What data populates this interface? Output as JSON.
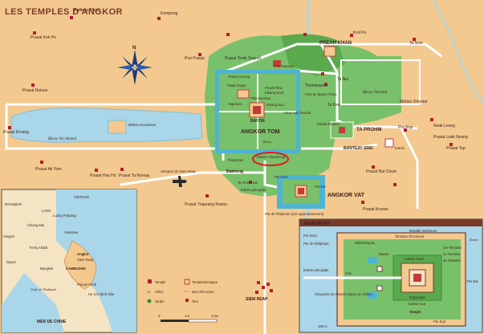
{
  "title": "LES TEMPLES D'ANGKOR",
  "colors": {
    "land": "#f3c98f",
    "water": "#a9d6e8",
    "forest": "#79c06a",
    "forest_dark": "#5aa94d",
    "road": "#ffffff",
    "temple": "#c23b3b",
    "dot": "#b3202a",
    "moat": "#4fb3d1"
  },
  "lakes": {
    "west": "Bâray Occidental",
    "east": "Bâray Oriental"
  },
  "sites": {
    "prasat_kok_po": "Prasat Kok Po",
    "banteay_thom": "Banteay Thom",
    "kompong": "Kompong",
    "prei_prasat": "Prei Prasat",
    "prasat_tonle_snguot": "Prasat Tonle Snguot",
    "krol_romeas": "Krol Romeas",
    "preah_khan": "PREAH KHAN",
    "krol_ko": "Krol Ko",
    "ta_som": "Ta Som",
    "prasat_roluos": "Prasat Roluos",
    "thommanon": "Thommanon",
    "spean_thma": "Pont de Spean Thma",
    "ta_nei": "Ta Nei",
    "ta_keo": "Ta Keo",
    "mebon_oriental": "Mébon Oriental",
    "prasat_chrung": "Prasat Chrung",
    "palais_royal": "Palais Royal",
    "preah_pithu": "Preah Pithu",
    "kleang_nord": "Kleang Nord",
    "phimeanakas": "Phiméanakas",
    "baphuon": "Baphuon",
    "kleang_sud": "Kleang Sud",
    "bayon": "BAYON",
    "chau_say_tevoda": "Chau Say Tevoda",
    "porte_entree": "Portail d'entrée",
    "ta_prohm": "TA PROHM",
    "pre_rup": "Pre Rup",
    "prasat_kreang": "Prasat Kreang",
    "mebon_occidental": "Mébon Occidental",
    "angkor_tom": "ANGKOR TOM",
    "baray": "Baray",
    "banteay_srei": "BANTEAY SREI",
    "entree": "Entrée",
    "neak_leang": "Neak Leang",
    "prasat_leak_neang": "Prasat Leak Neang",
    "prasat_top": "Prasat Top",
    "prasat_bei": "Prasat Bei",
    "baksei_chamkrong": "Baksei Chamkrong",
    "bakheng": "Bakheng",
    "prasat_ak_yum": "Prasat Ak Yum",
    "prasat_ho_ho": "Prasat Has Ho",
    "prasat_ta_noreay": "Prasat Ta Noreay",
    "aeroport": "Aéroport de Siem Reap",
    "ta_prohm_kel": "Ta Prohm Kel",
    "entree_principale": "Entrée principale",
    "pte_nord": "Pte Nord",
    "pte_est": "Pte Est",
    "prasat_bat_chum": "Prasat Bat Chum",
    "pte_elephant": "Pte de l'Éléphant (voir agrandissement)",
    "angkor_vat": "ANGKOR VAT",
    "prasat_kravan": "Prasat Kravan",
    "prasat_trapeang_ropou": "Prasat Trapeang Ropou",
    "siem_reap": "SIEM REAP"
  },
  "inset_left": {
    "countries": [
      "VIETNAM",
      "MYANMAR",
      "LAOS",
      "THAÏLANDE",
      "CAMBODGE"
    ],
    "cities": [
      "Luang Prabang",
      "Chiang Mai",
      "Vientiane",
      "Yangon",
      "Bangkok",
      "Dawei",
      "Angkor",
      "Siem Reap",
      "Phnom Penh",
      "Ho Chi Minh-Ville"
    ],
    "sea_left": "Golfe de Thaïlande",
    "sea": "MER DE CHINE"
  },
  "inset_right": {
    "title": "ANGKOR VAT",
    "labels": [
      "Muraille extérieure",
      "Terrasse d'Honneur",
      "Bibliothèques",
      "Pte Nord",
      "Pte de l'Éléphant",
      "Entrée principale",
      "Chaussée de Pierres",
      "Statue de Vishnu",
      "Voie",
      "Galerie Nord",
      "1re Terrasse",
      "2e Terrasse",
      "3e Terrasse",
      "Esplanade",
      "Galerie Sud",
      "Temple",
      "Pte Est",
      "Pte Sud",
      "Bassin",
      "Douve",
      "150 m"
    ]
  },
  "legend": {
    "items": [
      {
        "icon": "temple-icon",
        "label": "Temple"
      },
      {
        "icon": "temple-montagne-icon",
        "label": "TempleMontagne"
      },
      {
        "icon": "hotel-icon",
        "label": "Hôtel"
      },
      {
        "icon": "mur-enceinte-icon",
        "label": "Mur d'Enceinte"
      },
      {
        "icon": "jardin-icon",
        "label": "Jardin"
      },
      {
        "icon": "tour-icon",
        "label": "Tour"
      }
    ]
  },
  "scale": {
    "ticks": [
      "0",
      "1.5",
      "3 km"
    ]
  },
  "compass": "N"
}
